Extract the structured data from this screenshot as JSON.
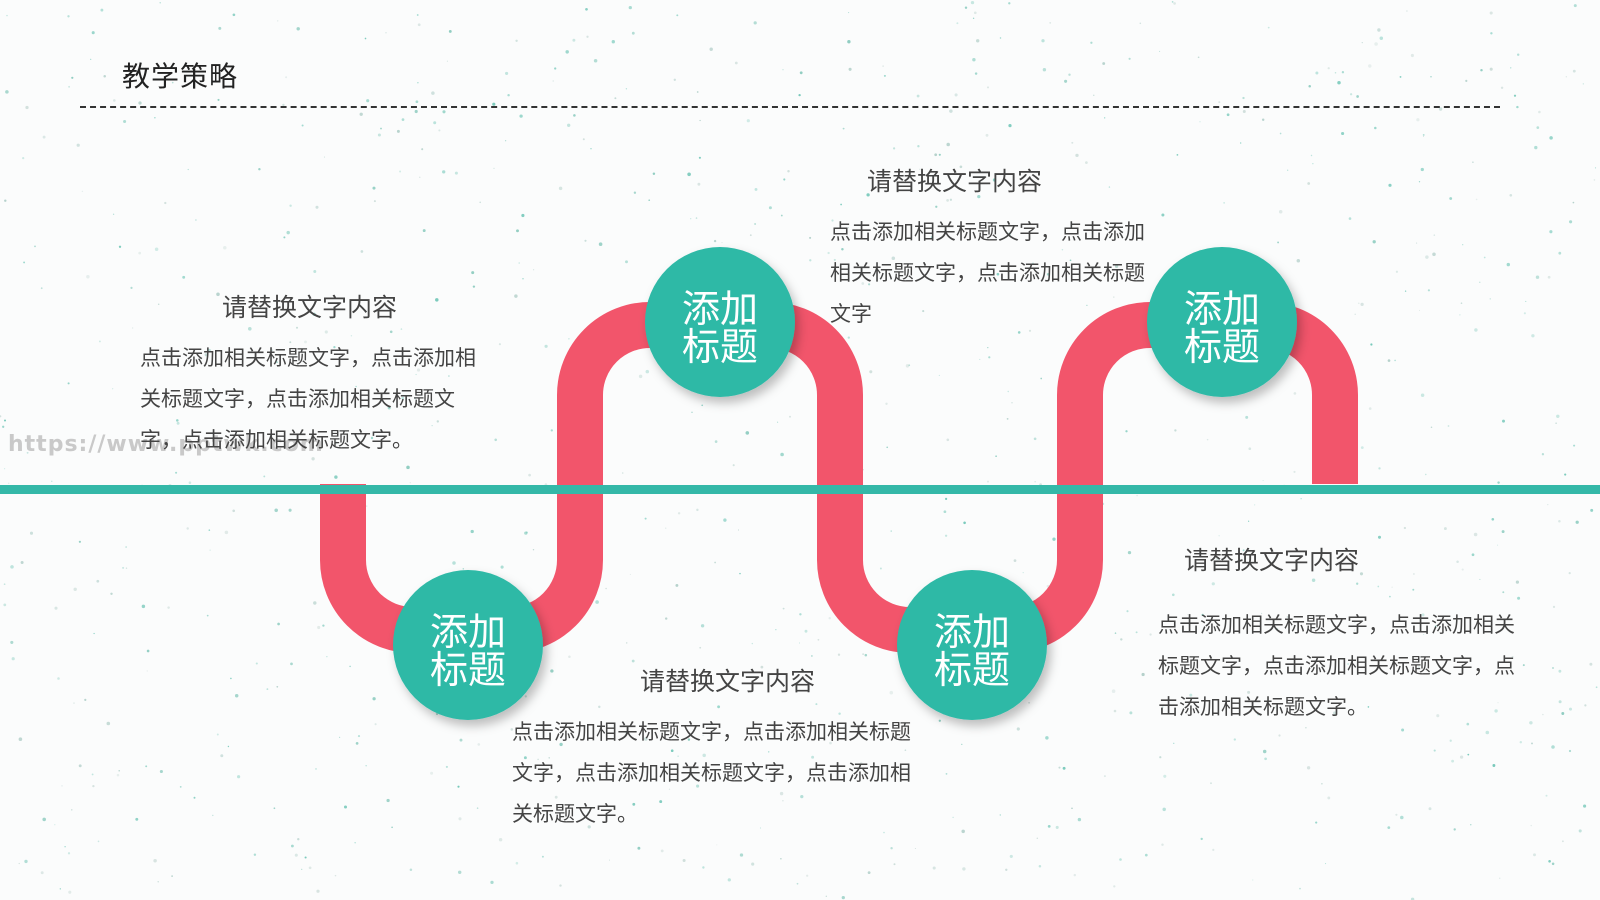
{
  "slide": {
    "title": "教学策略",
    "watermark": "https://www.pptwk.com"
  },
  "colors": {
    "accent_teal": "#2fb9a6",
    "path_red": "#f2556b",
    "baseline_teal": "#34b8a8",
    "node_text": "#ffffff"
  },
  "nodes": [
    {
      "label_line1": "添加",
      "label_line2": "标题"
    },
    {
      "label_line1": "添加",
      "label_line2": "标题"
    },
    {
      "label_line1": "添加",
      "label_line2": "标题"
    },
    {
      "label_line1": "添加",
      "label_line2": "标题"
    }
  ],
  "text_blocks": [
    {
      "heading": "请替换文字内容",
      "body": "点击添加相关标题文字，点击添加相关标题文字，点击添加相关标题文字，点击添加相关标题文字。"
    },
    {
      "heading": "请替换文字内容",
      "body": "点击添加相关标题文字，点击添加相关标题文字，点击添加相关标题文字"
    },
    {
      "heading": "请替换文字内容",
      "body": "点击添加相关标题文字，点击添加相关标题文字，点击添加相关标题文字，点击添加相关标题文字。"
    },
    {
      "heading": "请替换文字内容",
      "body": "点击添加相关标题文字，点击添加相关标题文字，点击添加相关标题文字，点击添加相关标题文字。"
    }
  ]
}
